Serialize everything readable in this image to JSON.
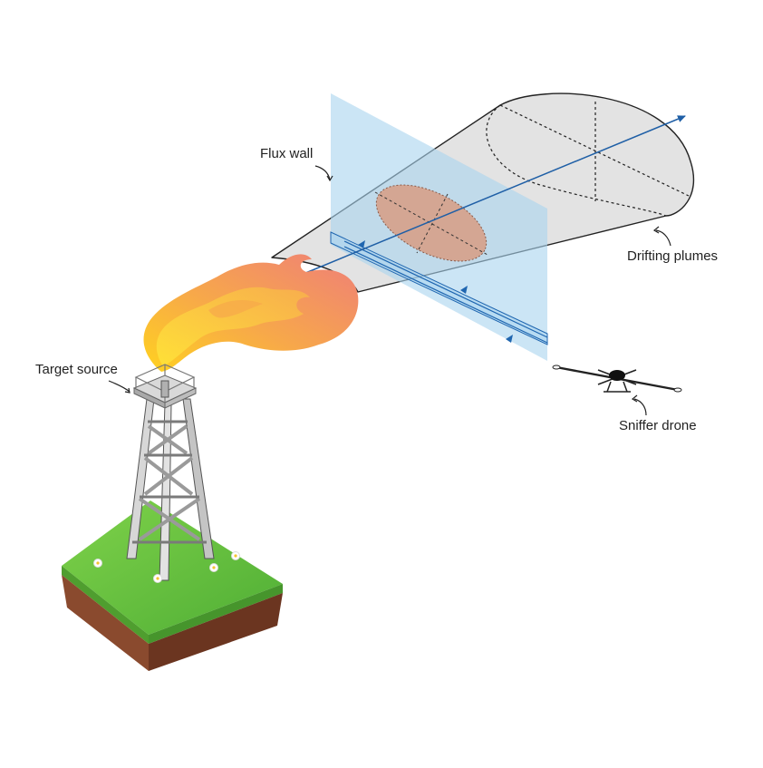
{
  "labels": {
    "flux_wall": "Flux wall",
    "drifting_plumes": "Drifting plumes",
    "target_source": "Target source",
    "sniffer_drone": "Sniffer drone"
  },
  "icons": {
    "tower": "oil-derrick-icon",
    "flame": "flare-flame-icon",
    "drone": "drone-icon",
    "flower": "flower-icon"
  },
  "colors": {
    "flux_wall": "#a8d4ef",
    "plume_cone": "#dedede",
    "plume_cross_section": "#d6a08a",
    "wind_arrow": "#1f5fa6",
    "flight_path": "#1f66b0",
    "grass": "#6ec63e",
    "soil": "#7a3f28",
    "tower": "#cfcfcf",
    "flame_inner": "#ffd21f",
    "flame_outer": "#f08270"
  }
}
